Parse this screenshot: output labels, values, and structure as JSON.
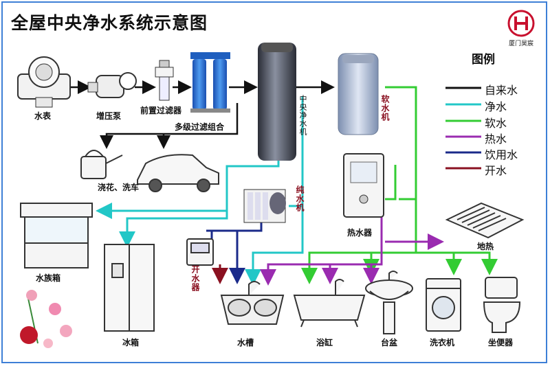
{
  "title": "全屋中央净水系统示意图",
  "brand": "厦门昊宸",
  "legend": {
    "title": "图例",
    "items": [
      {
        "label": "自来水",
        "color": "#111111"
      },
      {
        "label": "净水",
        "color": "#22c7c7"
      },
      {
        "label": "软水",
        "color": "#33cc33"
      },
      {
        "label": "热水",
        "color": "#9a2bb0"
      },
      {
        "label": "饮用水",
        "color": "#1a2a8a"
      },
      {
        "label": "开水",
        "color": "#8a1020"
      }
    ]
  },
  "labels": {
    "meter": "水表",
    "pump": "增压泵",
    "prefilter": "前置过滤器",
    "multifilter": "多级过滤组合",
    "central": "中央净水机",
    "softener": "软水机",
    "garden_car": "浇花、洗车",
    "pure": "纯水机",
    "heater": "热水器",
    "floor": "地热",
    "aquarium": "水族箱",
    "boiler": "开水器",
    "fridge": "冰箱",
    "sink": "水槽",
    "bathtub": "浴缸",
    "basin": "台盆",
    "washer": "洗衣机",
    "toilet": "坐便器"
  }
}
